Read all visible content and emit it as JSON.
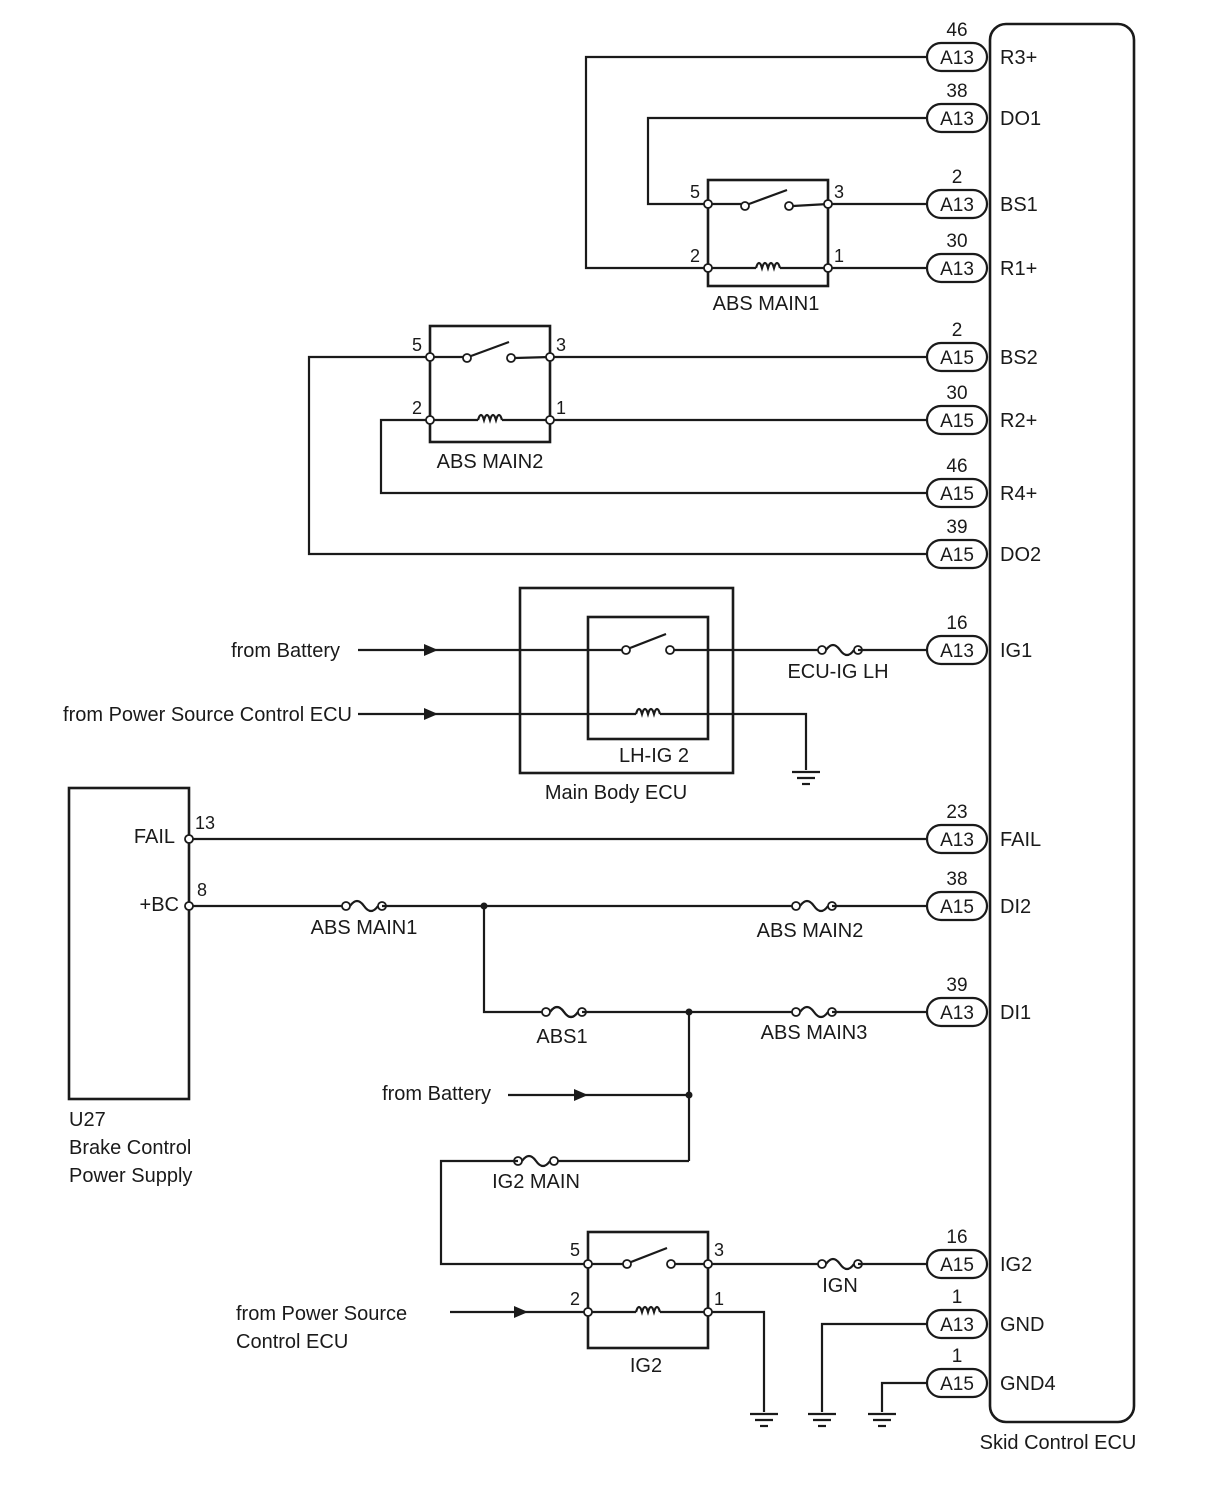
{
  "ecu": {
    "name": "Skid Control ECU",
    "pins": [
      {
        "num": "46",
        "conn": "A13",
        "label": "R3+"
      },
      {
        "num": "38",
        "conn": "A13",
        "label": "DO1"
      },
      {
        "num": "2",
        "conn": "A13",
        "label": "BS1"
      },
      {
        "num": "30",
        "conn": "A13",
        "label": "R1+"
      },
      {
        "num": "2",
        "conn": "A15",
        "label": "BS2"
      },
      {
        "num": "30",
        "conn": "A15",
        "label": "R2+"
      },
      {
        "num": "46",
        "conn": "A15",
        "label": "R4+"
      },
      {
        "num": "39",
        "conn": "A15",
        "label": "DO2"
      },
      {
        "num": "16",
        "conn": "A13",
        "label": "IG1"
      },
      {
        "num": "23",
        "conn": "A13",
        "label": "FAIL"
      },
      {
        "num": "38",
        "conn": "A15",
        "label": "DI2"
      },
      {
        "num": "39",
        "conn": "A13",
        "label": "DI1"
      },
      {
        "num": "16",
        "conn": "A15",
        "label": "IG2"
      },
      {
        "num": "1",
        "conn": "A13",
        "label": "GND"
      },
      {
        "num": "1",
        "conn": "A15",
        "label": "GND4"
      }
    ]
  },
  "relays": {
    "abs_main1": {
      "name": "ABS MAIN1",
      "t1": "5",
      "t2": "3",
      "t3": "2",
      "t4": "1"
    },
    "abs_main2": {
      "name": "ABS MAIN2",
      "t1": "5",
      "t2": "3",
      "t3": "2",
      "t4": "1"
    },
    "lh_ig2": {
      "name": "LH-IG 2"
    },
    "ig2": {
      "name": "IG2",
      "t1": "5",
      "t2": "3",
      "t3": "2",
      "t4": "1"
    }
  },
  "main_body_ecu": {
    "name": "Main Body ECU"
  },
  "power_supply": {
    "code": "U27",
    "line1": "Brake Control",
    "line2": "Power Supply",
    "fail_label": "FAIL",
    "fail_pin": "13",
    "bc_label": "+BC",
    "bc_pin": "8"
  },
  "fuses": {
    "ecu_ig_lh": "ECU-IG LH",
    "abs_main1": "ABS MAIN1",
    "abs_main2": "ABS MAIN2",
    "abs1": "ABS1",
    "abs_main3": "ABS MAIN3",
    "ig2_main": "IG2 MAIN",
    "ign": "IGN"
  },
  "sources": {
    "battery1": "from Battery",
    "psc1": "from Power Source Control ECU",
    "battery2": "from Battery",
    "psc2_line1": "from Power Source",
    "psc2_line2": "Control ECU"
  }
}
